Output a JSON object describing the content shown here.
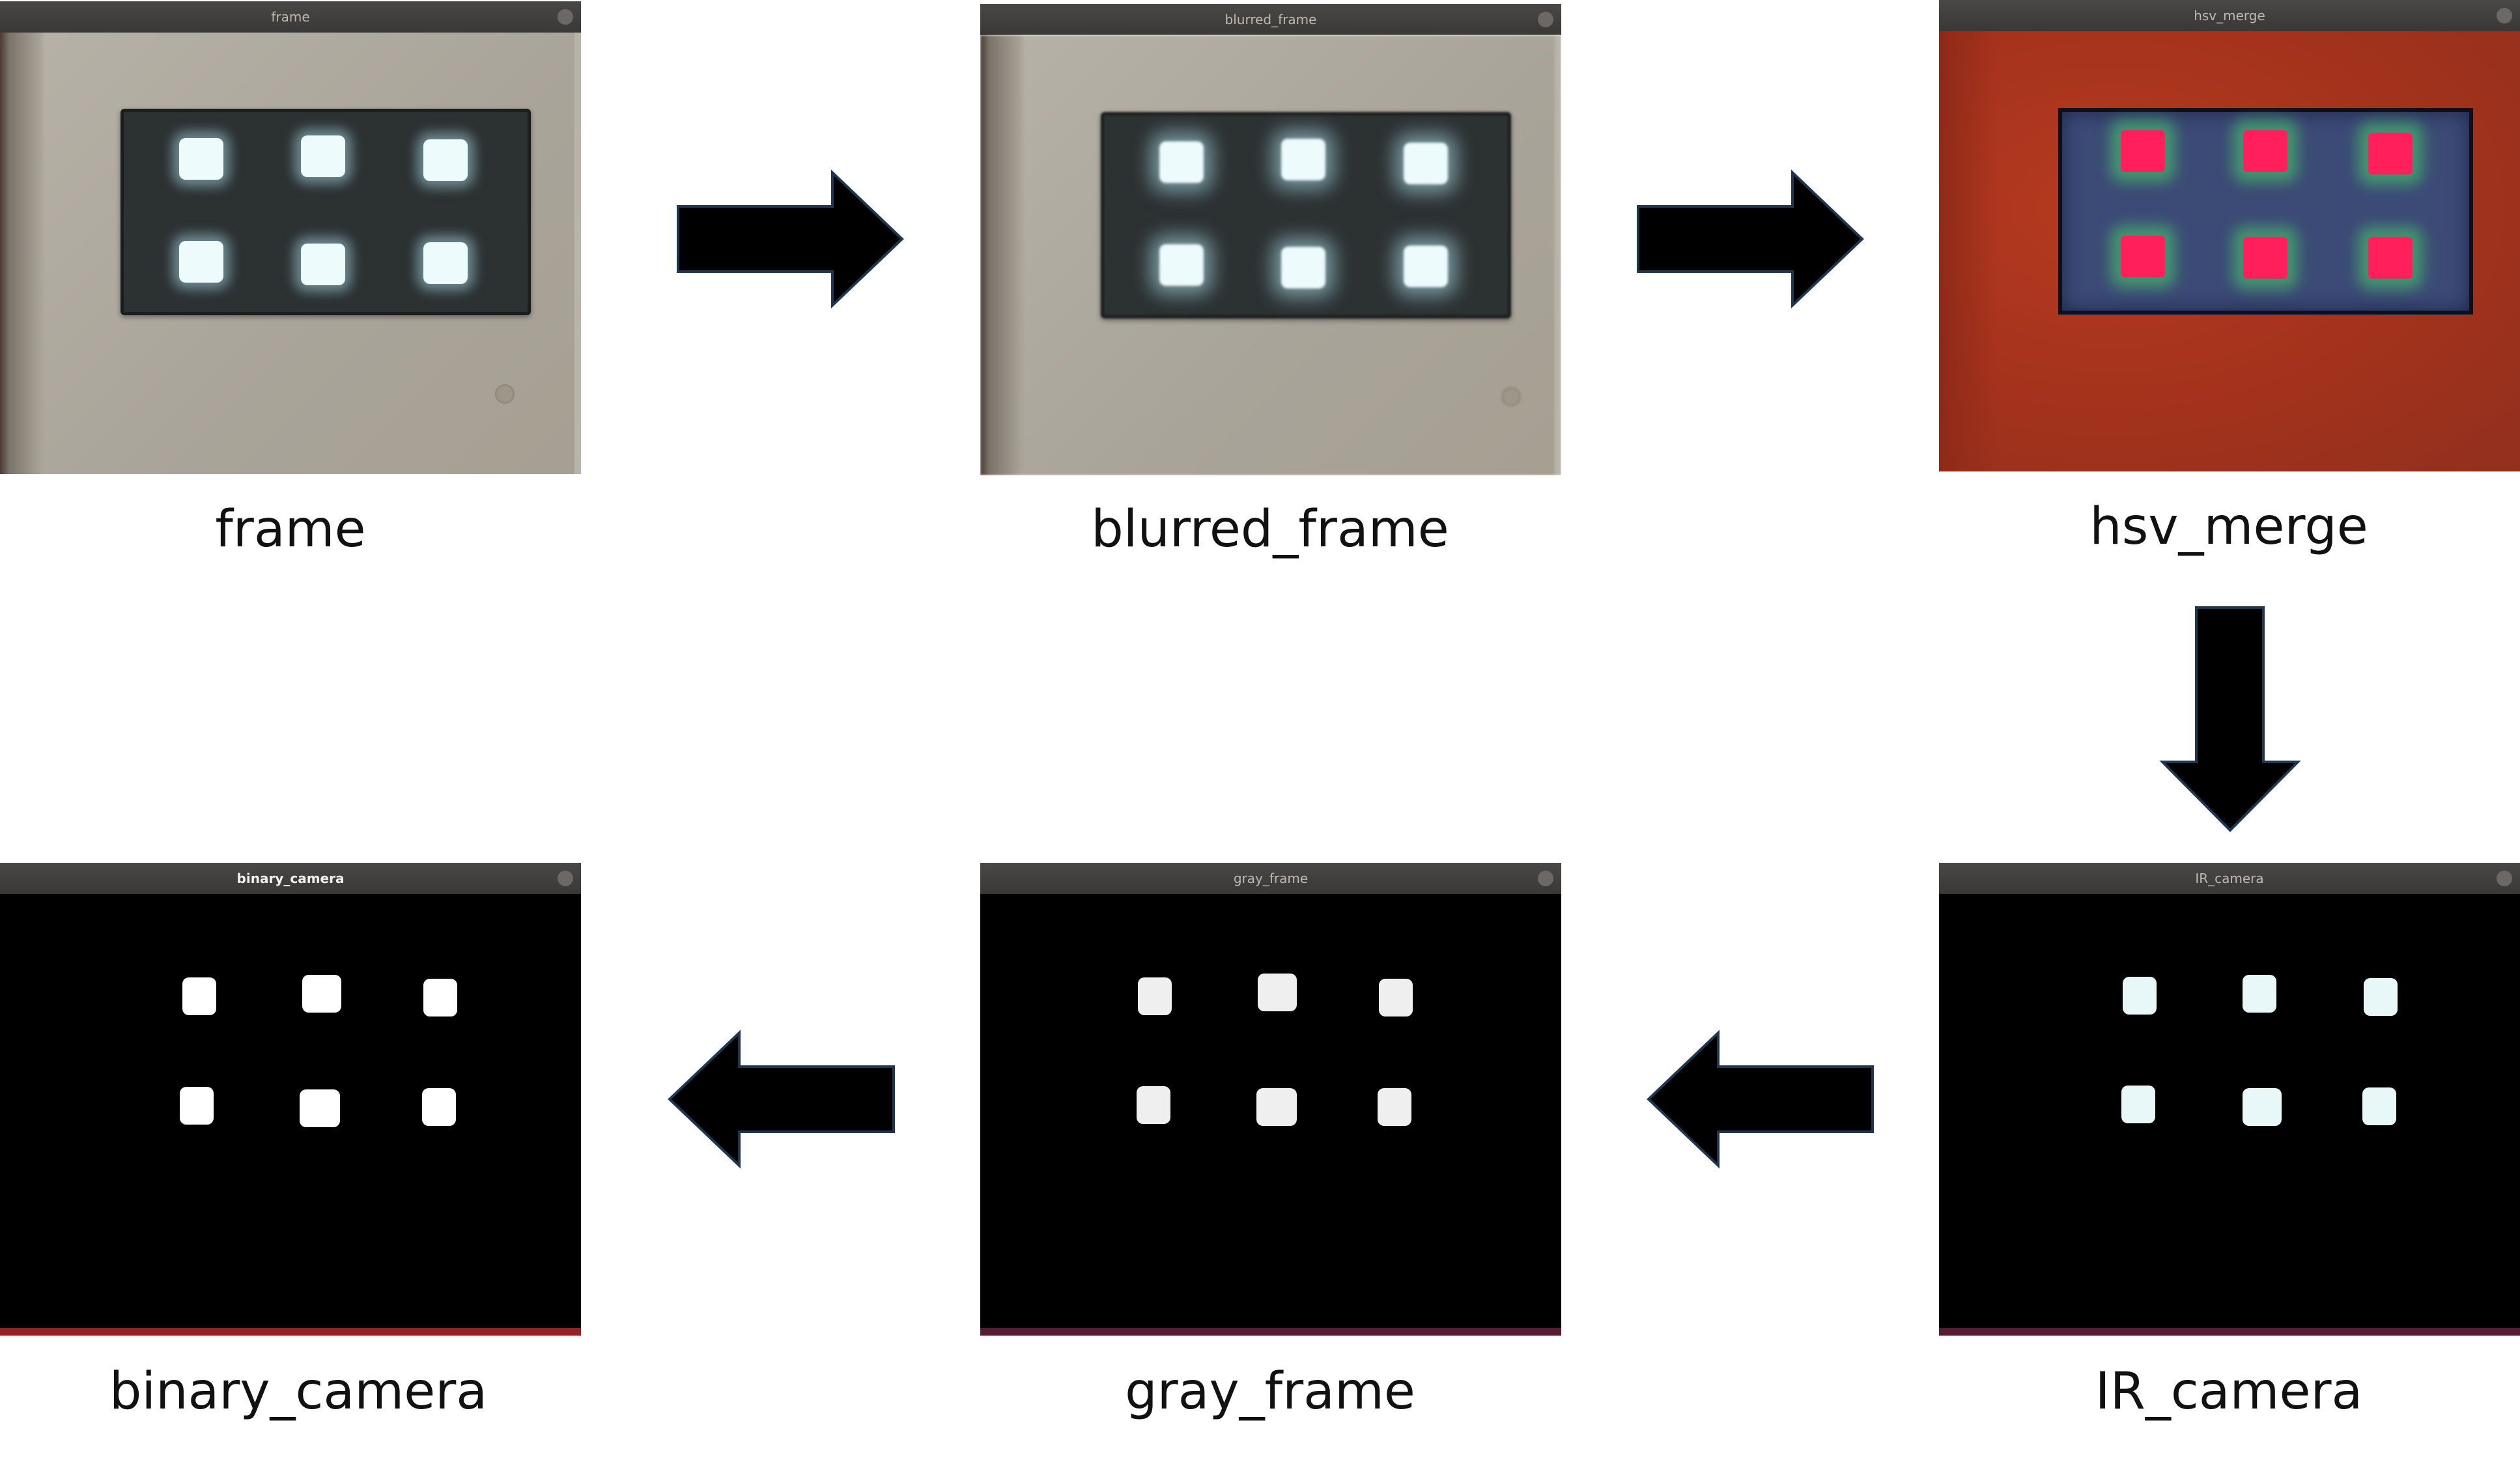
{
  "windows": {
    "frame": {
      "title": "frame"
    },
    "blurred_frame": {
      "title": "blurred_frame"
    },
    "hsv_merge": {
      "title": "hsv_merge"
    },
    "ir_camera": {
      "title": "IR_camera"
    },
    "gray_frame": {
      "title": "gray_frame"
    },
    "binary_camera": {
      "title": "binary_camera"
    }
  },
  "labels": {
    "frame": "frame",
    "blurred_frame": "blurred_frame",
    "hsv_merge": "hsv_merge",
    "ir_camera": "IR_camera",
    "gray_frame": "gray_frame",
    "binary_camera": "binary_camera"
  },
  "colors": {
    "arrow_fill": "#000000",
    "arrow_stroke": "#1f3650",
    "led_glow": "#eefbfc",
    "hsv_background": "#a3321c",
    "hsv_led": "#ff1f5a",
    "binary_blob": "#ffffff",
    "gray_blob": "#efefef",
    "ir_blob": "#e8f7f7"
  },
  "icons": {
    "close": "close-circle-icon",
    "arrow_right": "arrow-right-icon",
    "arrow_down": "arrow-down-icon",
    "arrow_left": "arrow-left-icon"
  }
}
